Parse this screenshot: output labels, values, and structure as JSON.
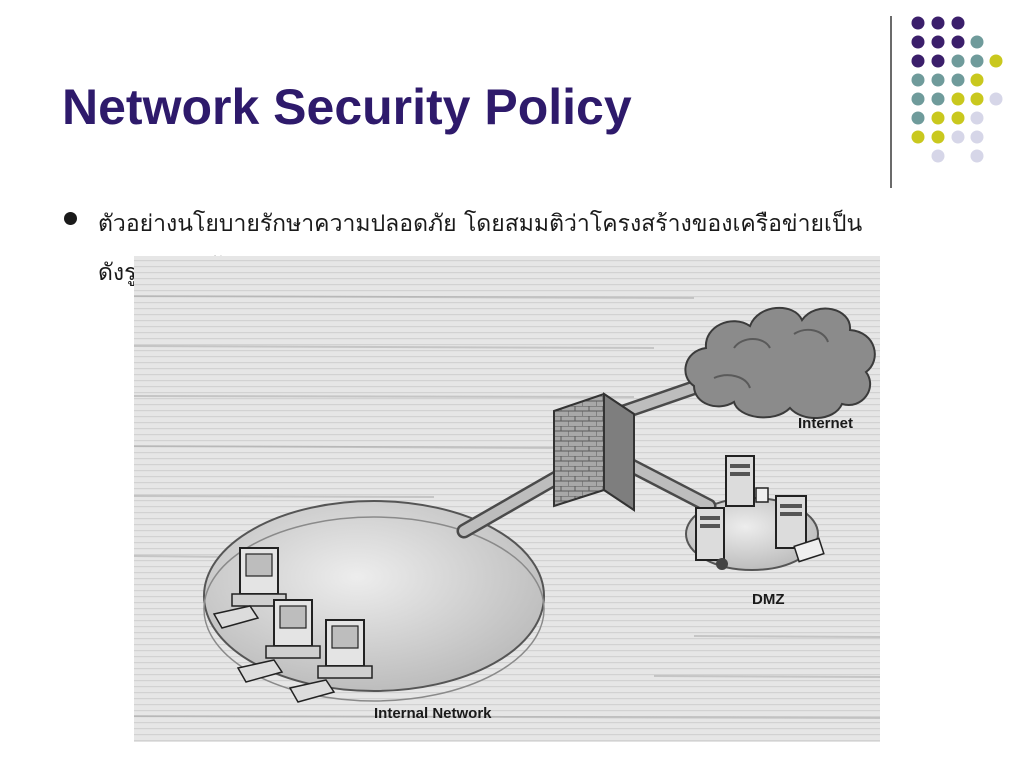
{
  "slide": {
    "title": "Network Security Policy",
    "bullet_text": "ตัวอย่างนโยบายรักษาความปลอดภัย โดยสมมติว่าโครงสร้างของเครือข่ายเป็นดังรูปต่อไปนี้"
  },
  "diagram": {
    "labels": {
      "internet": "Internet",
      "dmz": "DMZ",
      "internal": "Internal Network"
    },
    "nodes": [
      "internet-cloud",
      "firewall",
      "dmz-servers",
      "internal-workstations"
    ],
    "links": [
      {
        "from": "firewall",
        "to": "internet-cloud"
      },
      {
        "from": "firewall",
        "to": "dmz-servers"
      },
      {
        "from": "firewall",
        "to": "internal-workstations"
      }
    ]
  },
  "theme": {
    "title_color": "#2e1a6b",
    "dot_colors": [
      "#3b1f6b",
      "#6f9b9b",
      "#c9c81e",
      "#d6d6e8"
    ]
  }
}
